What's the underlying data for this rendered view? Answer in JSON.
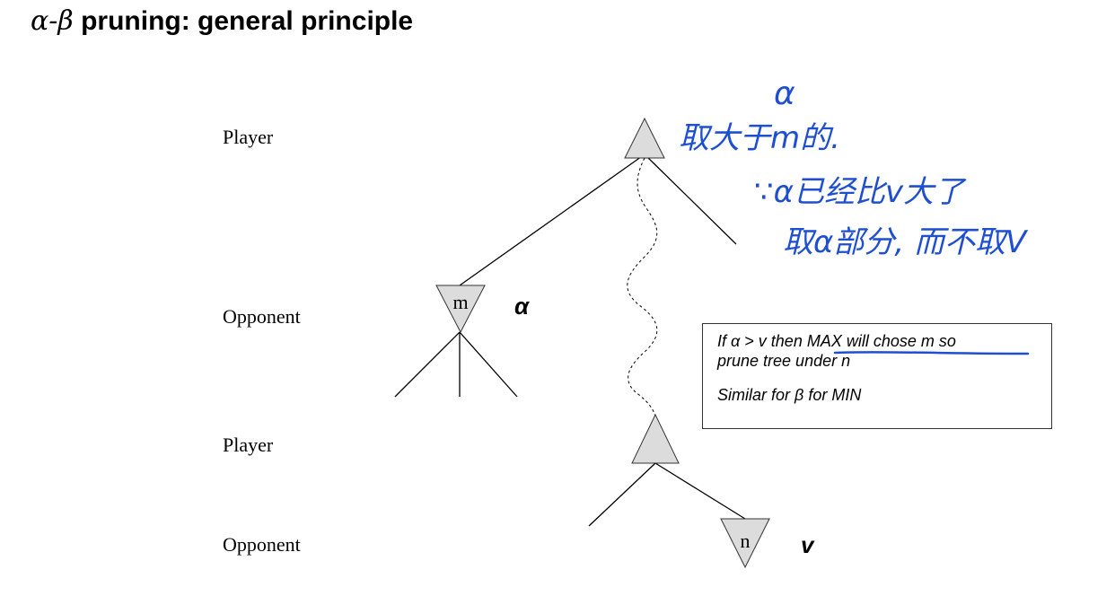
{
  "title": {
    "greek": "α-β",
    "text": " pruning: general principle"
  },
  "levels": [
    "Player",
    "Opponent",
    "Player",
    "Opponent"
  ],
  "nodes": {
    "m_label": "m",
    "n_label": "n"
  },
  "variables": {
    "alpha": "α",
    "v": "v"
  },
  "note": {
    "line1_prefix": "If ",
    "alpha": "α",
    "line1_rest": " > v then MAX will chose m so",
    "line2": "prune tree under n",
    "line3_prefix": "Similar for ",
    "beta": "β",
    "line3_rest": " for MIN"
  },
  "handwriting": {
    "alpha_mark": "α",
    "line1": "取大于m的.",
    "line2": "∵α已经比v大了",
    "line3": "取α部分, 而不取V"
  },
  "colors": {
    "node_fill": "#dcdcdc",
    "ink": "#1f4fd1"
  }
}
